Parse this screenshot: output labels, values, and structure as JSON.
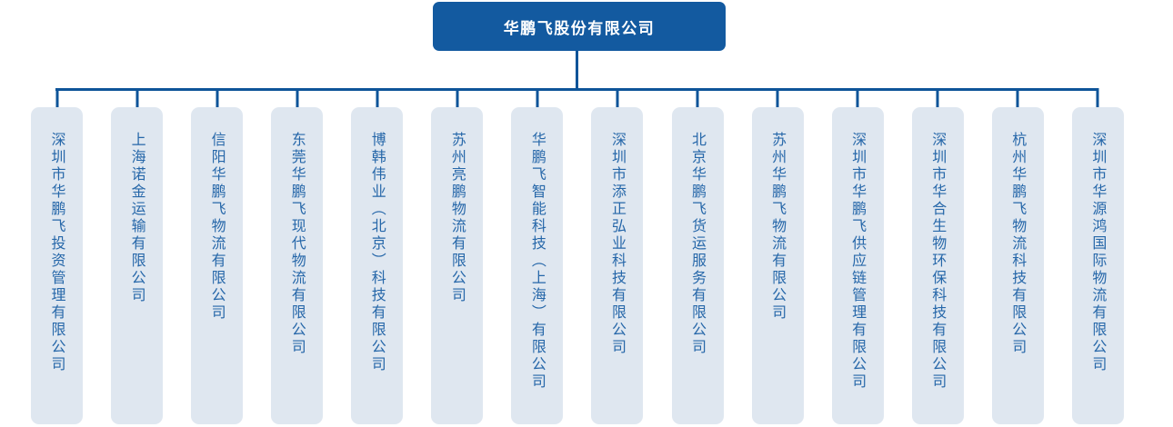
{
  "org_chart": {
    "type": "org-chart",
    "root": {
      "name": "华鹏飞股份有限公司"
    },
    "subsidiaries": [
      {
        "name": "深圳市华鹏飞投资管理有限公司"
      },
      {
        "name": "上海诺金运输有限公司"
      },
      {
        "name": "信阳华鹏飞物流有限公司"
      },
      {
        "name": "东莞华鹏飞现代物流有限公司"
      },
      {
        "name": "博韩伟业（北京）科技有限公司"
      },
      {
        "name": "苏州亮鹏物流有限公司"
      },
      {
        "name": "华鹏飞智能科技（上海）有限公司"
      },
      {
        "name": "深圳市添正弘业科技有限公司"
      },
      {
        "name": "北京华鹏飞货运服务有限公司"
      },
      {
        "name": "苏州华鹏飞物流有限公司"
      },
      {
        "name": "深圳市华鹏飞供应链管理有限公司"
      },
      {
        "name": "深圳市华合生物环保科技有限公司"
      },
      {
        "name": "杭州华鹏飞物流科技有限公司"
      },
      {
        "name": "深圳市华源鸿国际物流有限公司"
      }
    ],
    "colors": {
      "root_box_bg": "#135AA0",
      "root_box_text": "#FFFFFF",
      "connector": "#0E5499",
      "child_box_bg": "#DFE7F0",
      "child_text": "#2667A9"
    }
  }
}
